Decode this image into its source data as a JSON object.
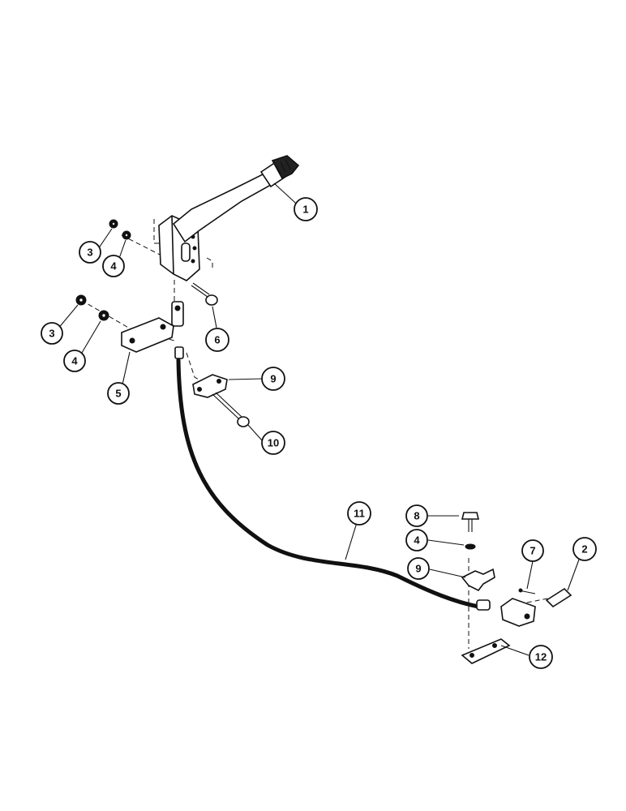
{
  "callouts": [
    {
      "id": "c1",
      "label": "1"
    },
    {
      "id": "c2",
      "label": "2"
    },
    {
      "id": "c3a",
      "label": "3"
    },
    {
      "id": "c3b",
      "label": "3"
    },
    {
      "id": "c4a",
      "label": "4"
    },
    {
      "id": "c4b",
      "label": "4"
    },
    {
      "id": "c4c",
      "label": "4"
    },
    {
      "id": "c5",
      "label": "5"
    },
    {
      "id": "c6",
      "label": "6"
    },
    {
      "id": "c7",
      "label": "7"
    },
    {
      "id": "c8",
      "label": "8"
    },
    {
      "id": "c9a",
      "label": "9"
    },
    {
      "id": "c9b",
      "label": "9"
    },
    {
      "id": "c10",
      "label": "10"
    },
    {
      "id": "c11",
      "label": "11"
    },
    {
      "id": "c12",
      "label": "12"
    }
  ]
}
